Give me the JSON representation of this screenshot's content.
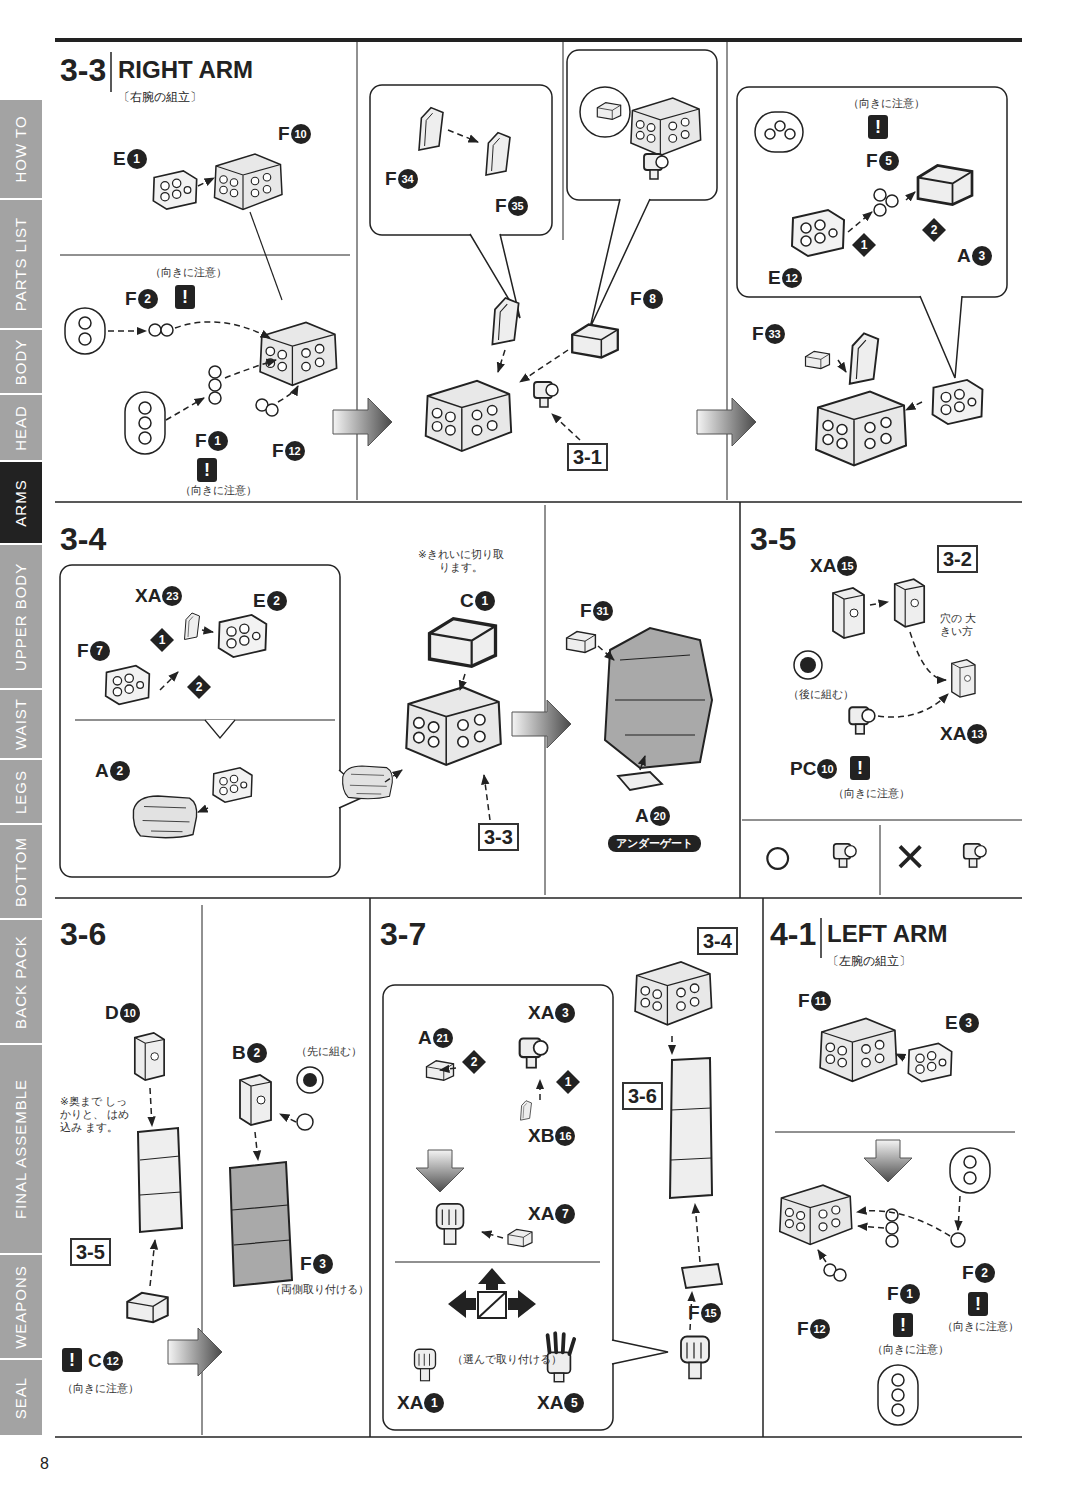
{
  "diagram": {
    "nodes": [
      {
        "text": [
          "3-3",
          "RIGHT ARM",
          "〔右腕の組立〕"
        ]
      },
      {
        "text": [
          "3-1"
        ],
        "in": 0
      },
      {
        "text": [
          "3-4"
        ]
      },
      {
        "text": [
          "3-3"
        ],
        "in": 2
      },
      {
        "text": [
          "3-5"
        ]
      },
      {
        "text": [
          "3-2"
        ],
        "in": 4
      },
      {
        "text": [
          "3-6"
        ]
      },
      {
        "text": [
          "3-5"
        ],
        "in": 6
      },
      {
        "text": [
          "3-7"
        ]
      },
      {
        "text": [
          "3-4"
        ],
        "in": 8
      },
      {
        "text": [
          "3-6"
        ],
        "in": 8
      },
      {
        "text": [
          "4-1",
          "LEFT ARM",
          "〔左腕の組立〕"
        ]
      }
    ],
    "labels": [
      "E",
      "1",
      "F",
      "10",
      "（向きに注意）",
      "F",
      "2",
      "!",
      "F",
      "1",
      "!",
      "（向きに注意）",
      "F",
      "12",
      "F",
      "34",
      "F",
      "35",
      "F",
      "8",
      "（向きに注意）",
      "!",
      "F",
      "5",
      "1",
      "2",
      "A",
      "3",
      "E",
      "12",
      "F",
      "33",
      "XA",
      "23",
      "E",
      "2",
      "F",
      "7",
      "1",
      "2",
      "A",
      "2",
      "※きれいに切り取ります。",
      "C",
      "1",
      "F",
      "31",
      "A",
      "20",
      "アンダーゲート",
      "XA",
      "15",
      "穴の 大きい方",
      "（後に組む）",
      "XA",
      "13",
      "PC",
      "10",
      "!",
      "（向きに注意）",
      "○",
      "×",
      "D",
      "10",
      "※奥まで しっかりと、 はめ込み ます。",
      "!",
      "C",
      "12",
      "（向きに注意）",
      "B",
      "2",
      "（先に組む）",
      "F",
      "3",
      "（両側取り付ける）",
      "A",
      "21",
      "XA",
      "3",
      "2",
      "1",
      "XB",
      "16",
      "XA",
      "7",
      "（選んで取り付ける）",
      "XA",
      "1",
      "XA",
      "5",
      "F",
      "15",
      "F",
      "11",
      "E",
      "3",
      "F",
      "2",
      "!",
      "（向きに注意）",
      "F",
      "1",
      "!",
      "（向きに注意）",
      "F",
      "12",
      "HOW TO",
      "PARTS LIST",
      "BODY",
      "HEAD",
      "ARMS",
      "UPPER BODY",
      "WAIST",
      "LEGS",
      "BOTTOM",
      "BACK PACK",
      "FINAL ASSEMBLE",
      "WEAPONS",
      "SEAL",
      "8"
    ]
  }
}
